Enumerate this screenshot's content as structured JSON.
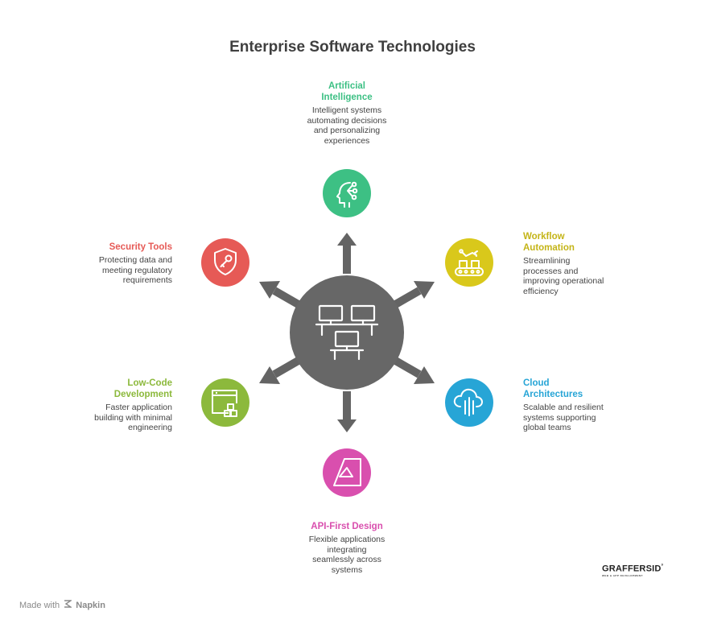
{
  "title": "Enterprise Software Technologies",
  "nodes": [
    {
      "id": "ai",
      "title": "Artificial Intelligence",
      "title_lines": [
        "Artificial",
        "Intelligence"
      ],
      "desc_lines": [
        "Intelligent systems",
        "automating decisions",
        "and personalizing",
        "experiences"
      ],
      "color": "#3dc084",
      "icon": "ai-head-icon"
    },
    {
      "id": "workflow",
      "title_lines": [
        "Workflow",
        "Automation"
      ],
      "desc_lines": [
        "Streamlining",
        "processes and",
        "improving operational",
        "efficiency"
      ],
      "color": "#d9c81b",
      "icon": "conveyor-robot-icon"
    },
    {
      "id": "cloud",
      "title_lines": [
        "Cloud",
        "Architectures"
      ],
      "desc_lines": [
        "Scalable and resilient",
        "systems supporting",
        "global teams"
      ],
      "color": "#27a5d6",
      "icon": "cloud-icon"
    },
    {
      "id": "api",
      "title_lines": [
        "API-First Design"
      ],
      "desc_lines": [
        "Flexible applications",
        "integrating",
        "seamlessly across",
        "systems"
      ],
      "color": "#d94fae",
      "icon": "api-design-icon"
    },
    {
      "id": "lowcode",
      "title_lines": [
        "Low-Code",
        "Development"
      ],
      "desc_lines": [
        "Faster application",
        "building with minimal",
        "engineering"
      ],
      "color": "#8cb93c",
      "icon": "browser-blocks-icon"
    },
    {
      "id": "security",
      "title_lines": [
        "Security Tools"
      ],
      "desc_lines": [
        "Protecting data and",
        "meeting regulatory",
        "requirements"
      ],
      "color": "#e65a56",
      "icon": "shield-key-icon"
    }
  ],
  "center": {
    "color": "#676767",
    "icon": "computers-network-icon"
  },
  "arrow_color": "#646464",
  "footer": {
    "made_with": "Made with",
    "brand": "Napkin"
  },
  "logo": {
    "text": "GRAFFERSID",
    "sup": "³",
    "tagline": "WEB & APP DEVELOPMENT"
  }
}
